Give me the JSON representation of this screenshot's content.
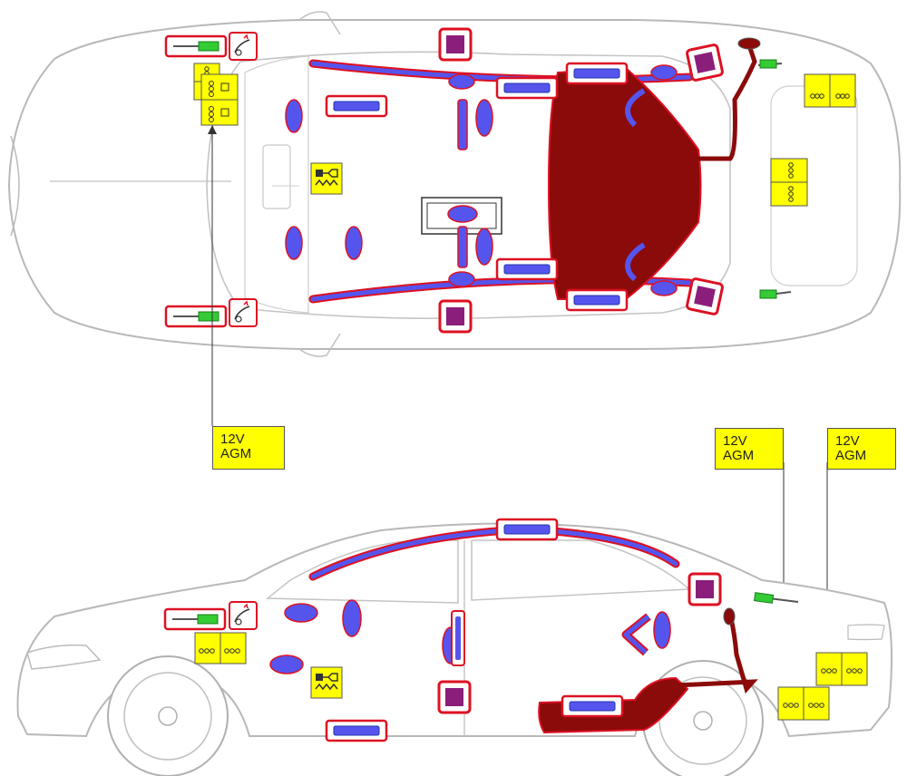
{
  "labels": [
    {
      "line1": "12V",
      "line2": "AGM"
    },
    {
      "line1": "12V",
      "line2": "AGM"
    },
    {
      "line1": "12V",
      "line2": "AGM"
    }
  ],
  "colors": {
    "car_outline": "#b8b8b8",
    "airbag_blue": "#5555ee",
    "red_border": "#dd1122",
    "tank_dark_red": "#8b0a0a",
    "battery_yellow": "#ffff00",
    "sensor_green": "#33cc33",
    "pretensioner_purple": "#8a1e7a",
    "background": "#ffffff"
  },
  "legend_icons": [
    "battery-icon",
    "high-voltage-cable-icon",
    "airbag-icon",
    "belt-pretensioner-icon",
    "gas-strut-icon",
    "seatbelt-tensioner-icon",
    "fuel-tank-icon"
  ]
}
